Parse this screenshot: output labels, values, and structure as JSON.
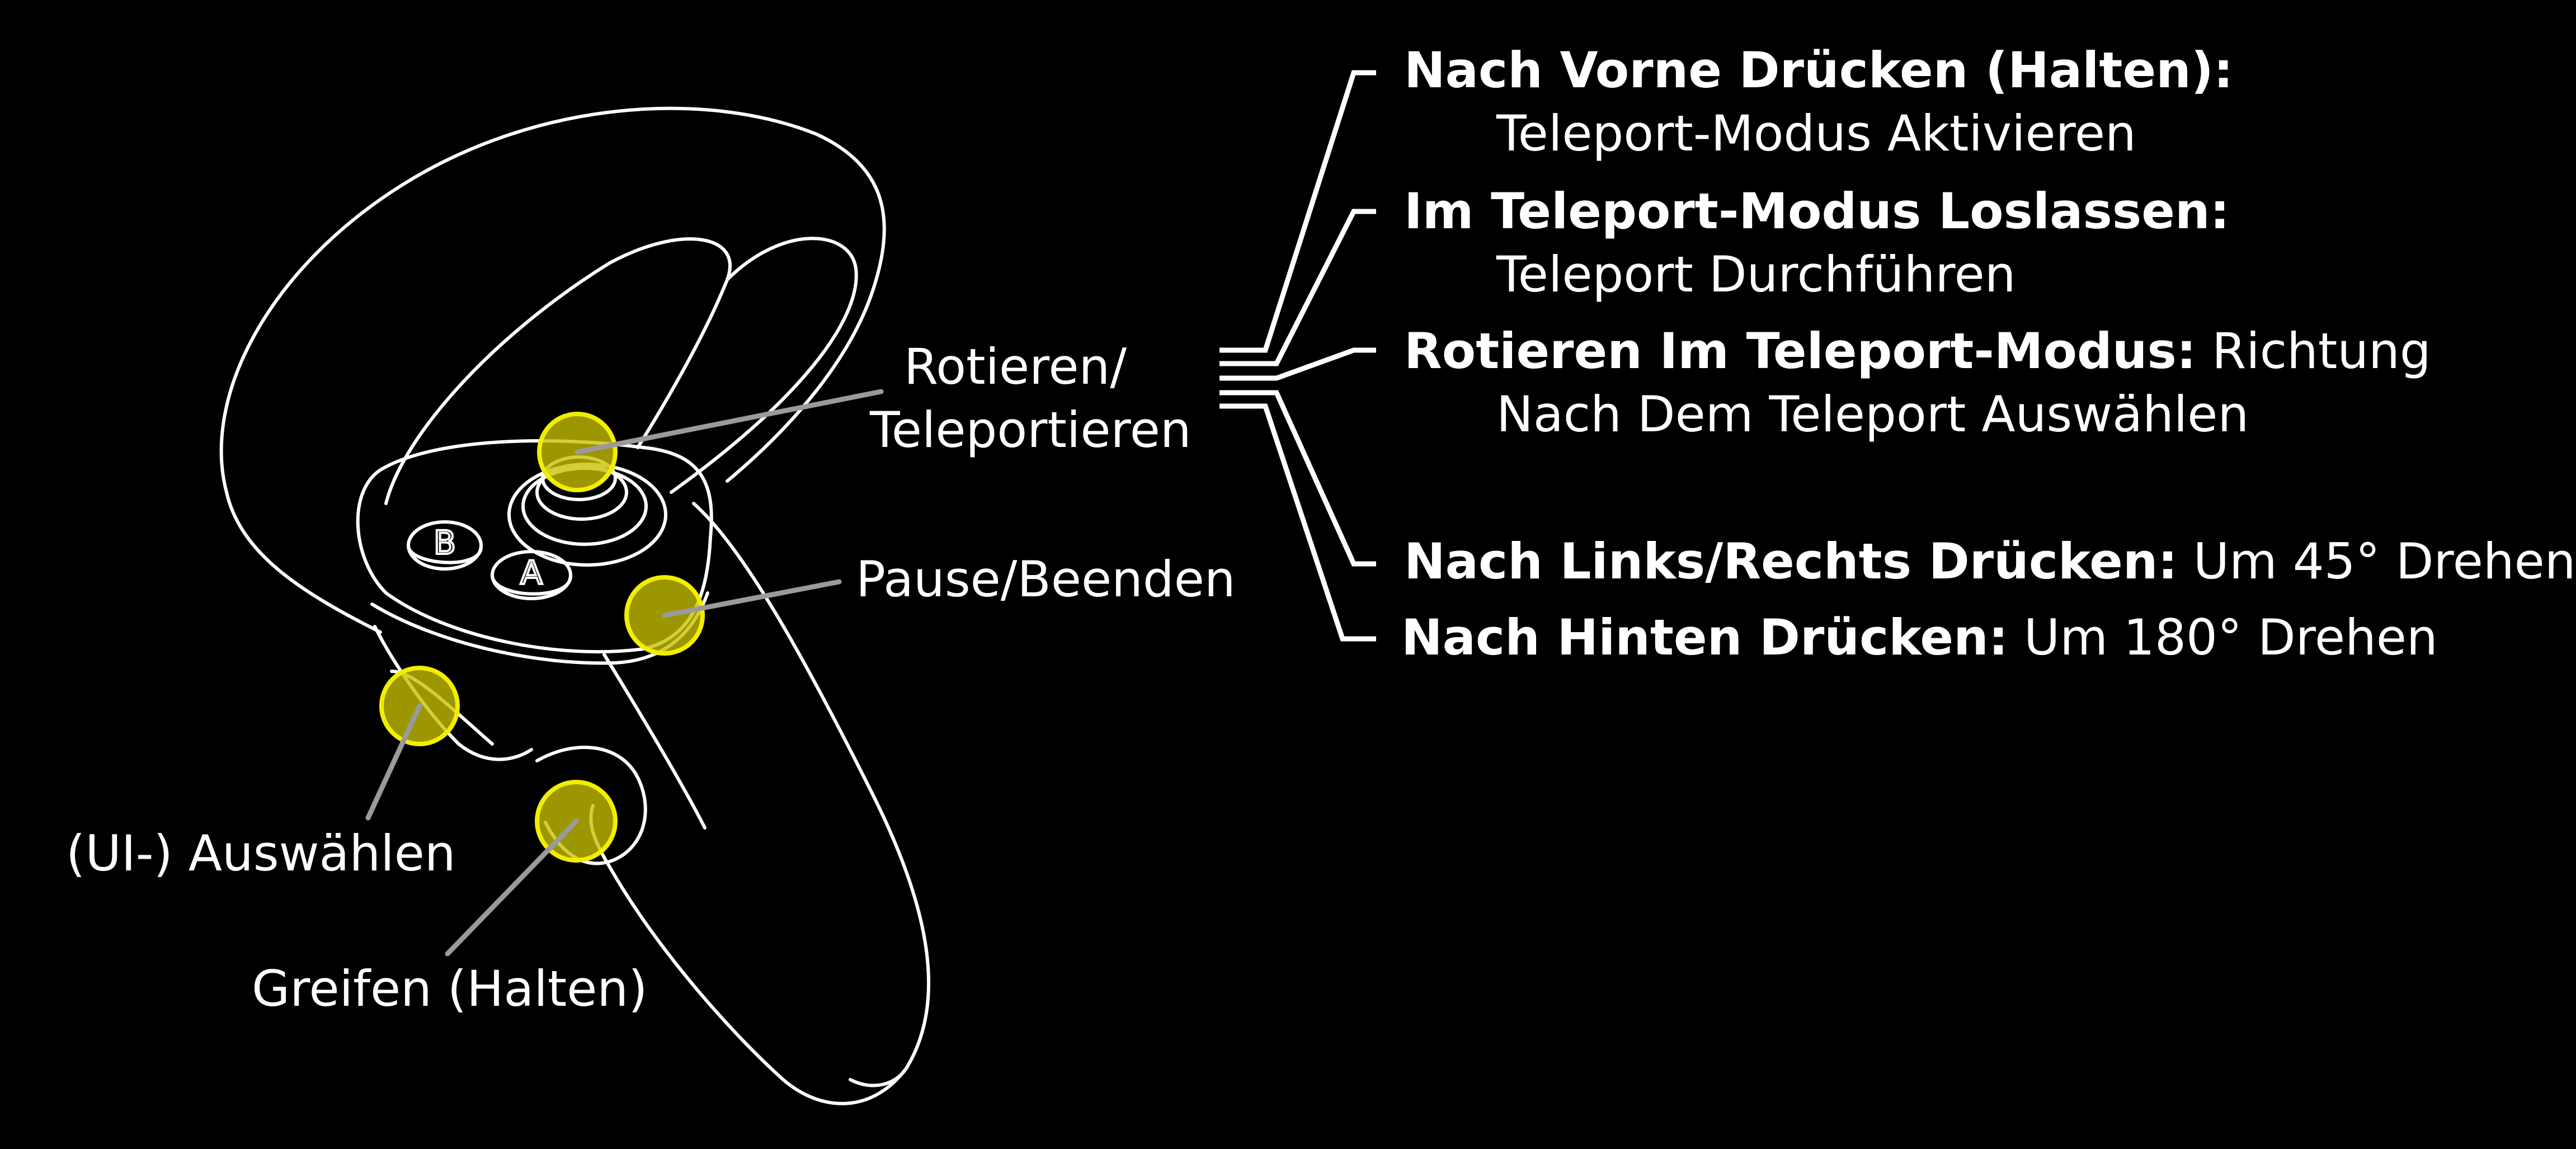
{
  "colors": {
    "background": "#000000",
    "highlight": "#f2ee00",
    "leader": "#9a9a9a",
    "text": "#ffffff"
  },
  "controller_labels": {
    "thumbstick": "Rotieren/\nTeleportieren",
    "menu": "Pause/Beenden",
    "trigger": "(UI-) Auswählen",
    "grip": "Greifen (Halten)"
  },
  "thumbstick_actions": [
    {
      "bold": "Nach Vorne Drücken (Halten):",
      "detail": "Teleport-Modus Aktivieren"
    },
    {
      "bold": "Im Teleport-Modus Loslassen:",
      "detail": "Teleport Durchführen"
    },
    {
      "bold": "Rotieren Im Teleport-Modus:",
      "detail_inline": "Richtung",
      "detail": "Nach Dem Teleport Auswählen"
    },
    {
      "bold": "Nach Links/Rechts Drücken:",
      "detail_inline": "Um 45° Drehen"
    },
    {
      "bold": "Nach Hinten Drücken:",
      "detail_inline": "Um 180° Drehen"
    }
  ],
  "controller_buttons": {
    "b_button": "B",
    "a_button": "A"
  }
}
